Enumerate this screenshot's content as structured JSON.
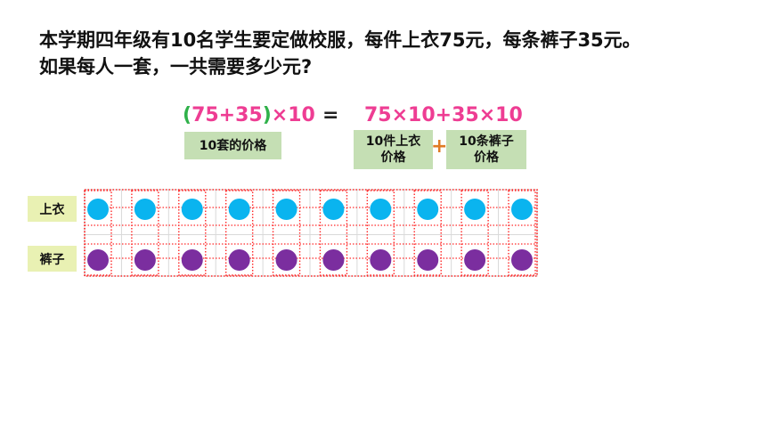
{
  "problem": {
    "line1": "本学期四年级有10名学生要定做校服，每件上衣75元，每条裤子35元。",
    "line2": "如果每人一套，一共需要多少元?"
  },
  "equation": {
    "left_open": "(",
    "left_sum": "75+35",
    "left_close": ")",
    "left_times": "×10",
    "equals": "=",
    "right": "75×10+35×10",
    "plus": "+"
  },
  "labels": {
    "set_price": "10套的价格",
    "shirts_line1": "10件上衣",
    "shirts_line2": "价格",
    "pants_line1": "10条裤子",
    "pants_line2": "价格"
  },
  "rows": {
    "top_label": "上衣",
    "bottom_label": "裤子"
  },
  "grid": {
    "columns": 10,
    "shirt_color": "#0ab4ef",
    "pants_color": "#7b2e9f",
    "frame_color": "#ff2a2a"
  },
  "colors": {
    "pink": "#ee3d93",
    "green": "#2fb14a",
    "label_bg": "#c5dfb4",
    "row_label_bg": "#e9f1b3",
    "plus": "#e07b25"
  }
}
